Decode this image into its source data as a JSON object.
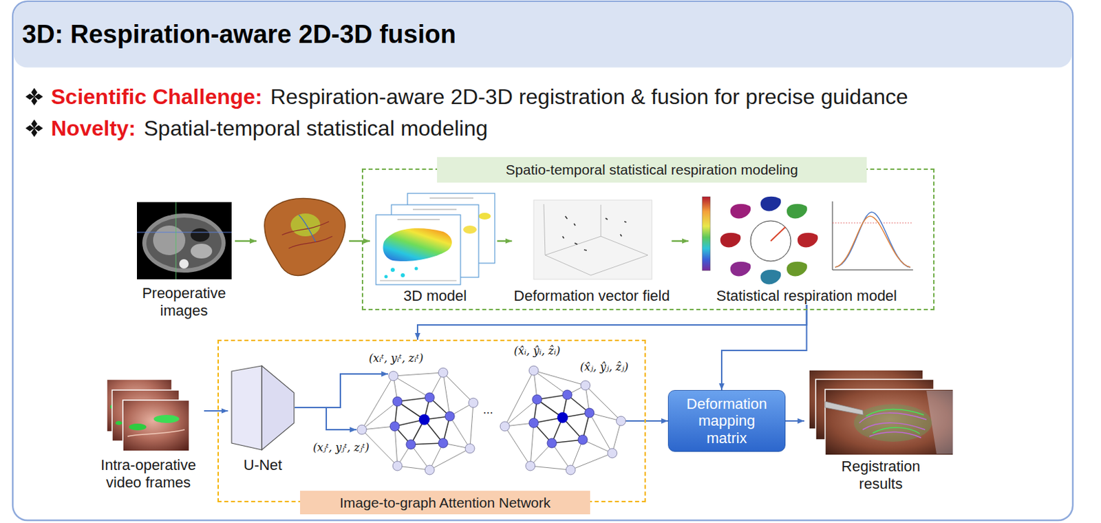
{
  "diagram": {
    "title": "3D: Respiration-aware 2D-3D fusion",
    "nodes": [
      {
        "text": [
          "Preoperative images"
        ]
      },
      {
        "text": [
          "Spatio-temporal statistical respiration modeling"
        ]
      },
      {
        "text": [
          "3D model"
        ],
        "in": 1
      },
      {
        "text": [
          "Deformation vector field"
        ],
        "in": 1
      },
      {
        "text": [
          "Statistical respiration model"
        ],
        "in": 1
      },
      {
        "text": [
          "Intra-operative video frames"
        ]
      },
      {
        "text": [
          "Image-to-graph Attention Network"
        ]
      },
      {
        "text": [
          "U-Net"
        ],
        "in": 6
      },
      {
        "text": [
          "Deformation mapping matrix"
        ]
      },
      {
        "text": [
          "Registration results"
        ]
      }
    ],
    "edges": [
      {
        "from": 2,
        "to": 3,
        "arrow": "to"
      },
      {
        "from": 3,
        "to": 4,
        "arrow": "to"
      },
      {
        "from": 4,
        "to": 6,
        "arrow": "to"
      },
      {
        "from": 4,
        "to": 8,
        "arrow": "to"
      },
      {
        "from": 5,
        "to": 7,
        "arrow": "to"
      },
      {
        "from": 6,
        "to": 8,
        "arrow": "to"
      },
      {
        "from": 8,
        "to": 9,
        "arrow": "to"
      }
    ],
    "labels": [
      "Scientific Challenge:",
      "Respiration-aware 2D-3D registration & fusion for precise guidance",
      "Novelty:",
      "Spatial-temporal statistical modeling",
      "(xᵢᵗ, yᵢᵗ, zᵢᵗ)",
      "(xⱼᵗ, yⱼᵗ, zⱼᵗ)",
      "...",
      "(x̂ᵢ, ŷᵢ, ẑᵢ)",
      "(x̂ⱼ, ŷⱼ, ẑⱼ)"
    ]
  }
}
